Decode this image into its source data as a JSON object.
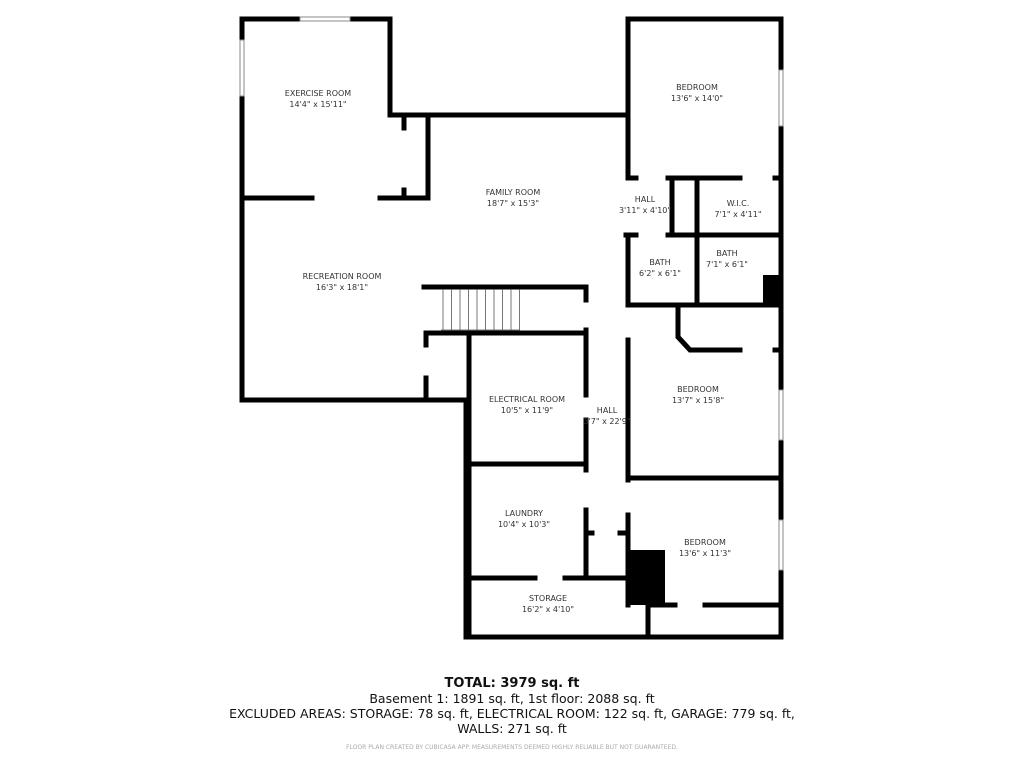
{
  "rooms": [
    {
      "name": "EXERCISE ROOM",
      "dims": "14'4\" x 15'11\""
    },
    {
      "name": "BEDROOM",
      "dims": "13'6\" x 14'0\""
    },
    {
      "name": "FAMILY ROOM",
      "dims": "18'7\" x 15'3\""
    },
    {
      "name": "HALL",
      "dims": "3'11\" x 4'10\""
    },
    {
      "name": "W.I.C.",
      "dims": "7'1\" x 4'11\""
    },
    {
      "name": "RECREATION ROOM",
      "dims": "16'3\" x 18'1\""
    },
    {
      "name": "BATH",
      "dims": "6'2\" x 6'1\""
    },
    {
      "name": "BATH",
      "dims": "7'1\" x 6'1\""
    },
    {
      "name": "BEDROOM",
      "dims": "13'7\" x 15'8\""
    },
    {
      "name": "ELECTRICAL ROOM",
      "dims": "10'5\" x 11'9\""
    },
    {
      "name": "HALL",
      "dims": "3'7\" x 22'9\""
    },
    {
      "name": "LAUNDRY",
      "dims": "10'4\" x 10'3\""
    },
    {
      "name": "BEDROOM",
      "dims": "13'6\" x 11'3\""
    },
    {
      "name": "STORAGE",
      "dims": "16'2\" x 4'10\""
    }
  ],
  "summary": {
    "total": "TOTAL: 3979 sq. ft",
    "floors": "Basement 1: 1891 sq. ft, 1st floor: 2088 sq. ft",
    "excluded": "EXCLUDED AREAS: STORAGE: 78 sq. ft, ELECTRICAL ROOM: 122 sq. ft, GARAGE: 779 sq. ft,",
    "walls": "WALLS: 271 sq. ft",
    "disclaimer": "FLOOR PLAN CREATED BY CUBICASA APP. MEASUREMENTS DEEMED HIGHLY RELIABLE BUT NOT GUARANTEED."
  },
  "colors": {
    "wall": "#000000",
    "text": "#333333"
  }
}
